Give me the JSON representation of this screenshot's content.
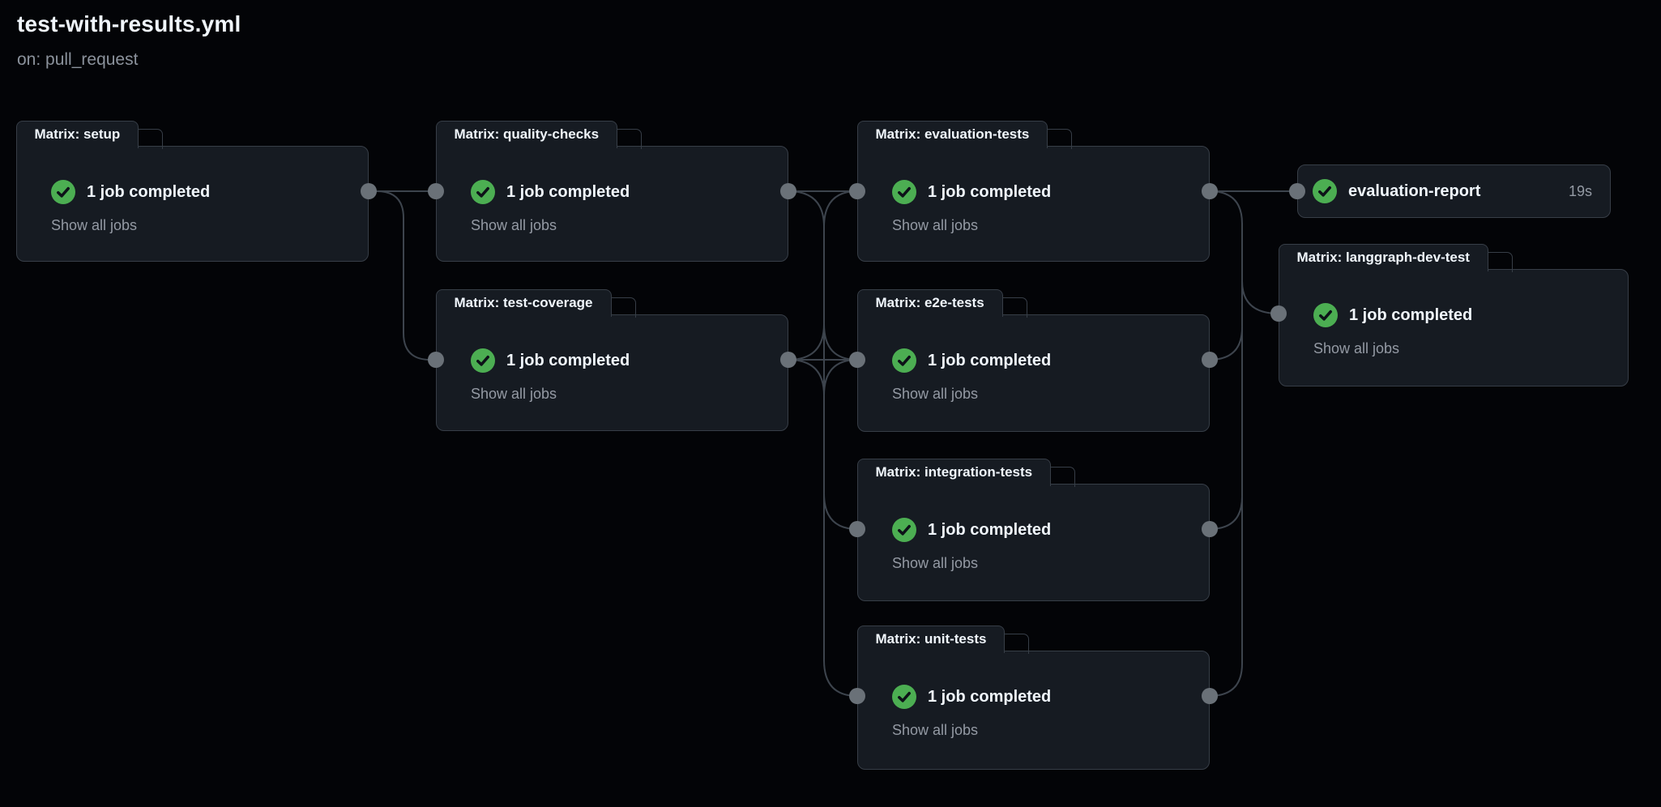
{
  "header": {
    "title": "test-with-results.yml",
    "trigger": "on: pull_request"
  },
  "colors": {
    "success_green": "#4cae52",
    "card_background": "#161b22",
    "card_border": "#373e47",
    "connector_line": "#3d444d",
    "connector_dot": "#6a7178",
    "page_background": "#030407",
    "primary_text": "#f0f6fc",
    "muted_text": "#949aa4"
  },
  "cards": [
    {
      "label": "Matrix: setup",
      "status": "1 job completed",
      "link": "Show all jobs"
    },
    {
      "label": "Matrix: quality-checks",
      "status": "1 job completed",
      "link": "Show all jobs"
    },
    {
      "label": "Matrix: test-coverage",
      "status": "1 job completed",
      "link": "Show all jobs"
    },
    {
      "label": "Matrix: evaluation-tests",
      "status": "1 job completed",
      "link": "Show all jobs"
    },
    {
      "label": "Matrix: e2e-tests",
      "status": "1 job completed",
      "link": "Show all jobs"
    },
    {
      "label": "Matrix: integration-tests",
      "status": "1 job completed",
      "link": "Show all jobs"
    },
    {
      "label": "Matrix: unit-tests",
      "status": "1 job completed",
      "link": "Show all jobs"
    },
    {
      "label": "evaluation-report",
      "duration": "19s"
    },
    {
      "label": "Matrix: langgraph-dev-test",
      "status": "1 job completed",
      "link": "Show all jobs"
    }
  ]
}
